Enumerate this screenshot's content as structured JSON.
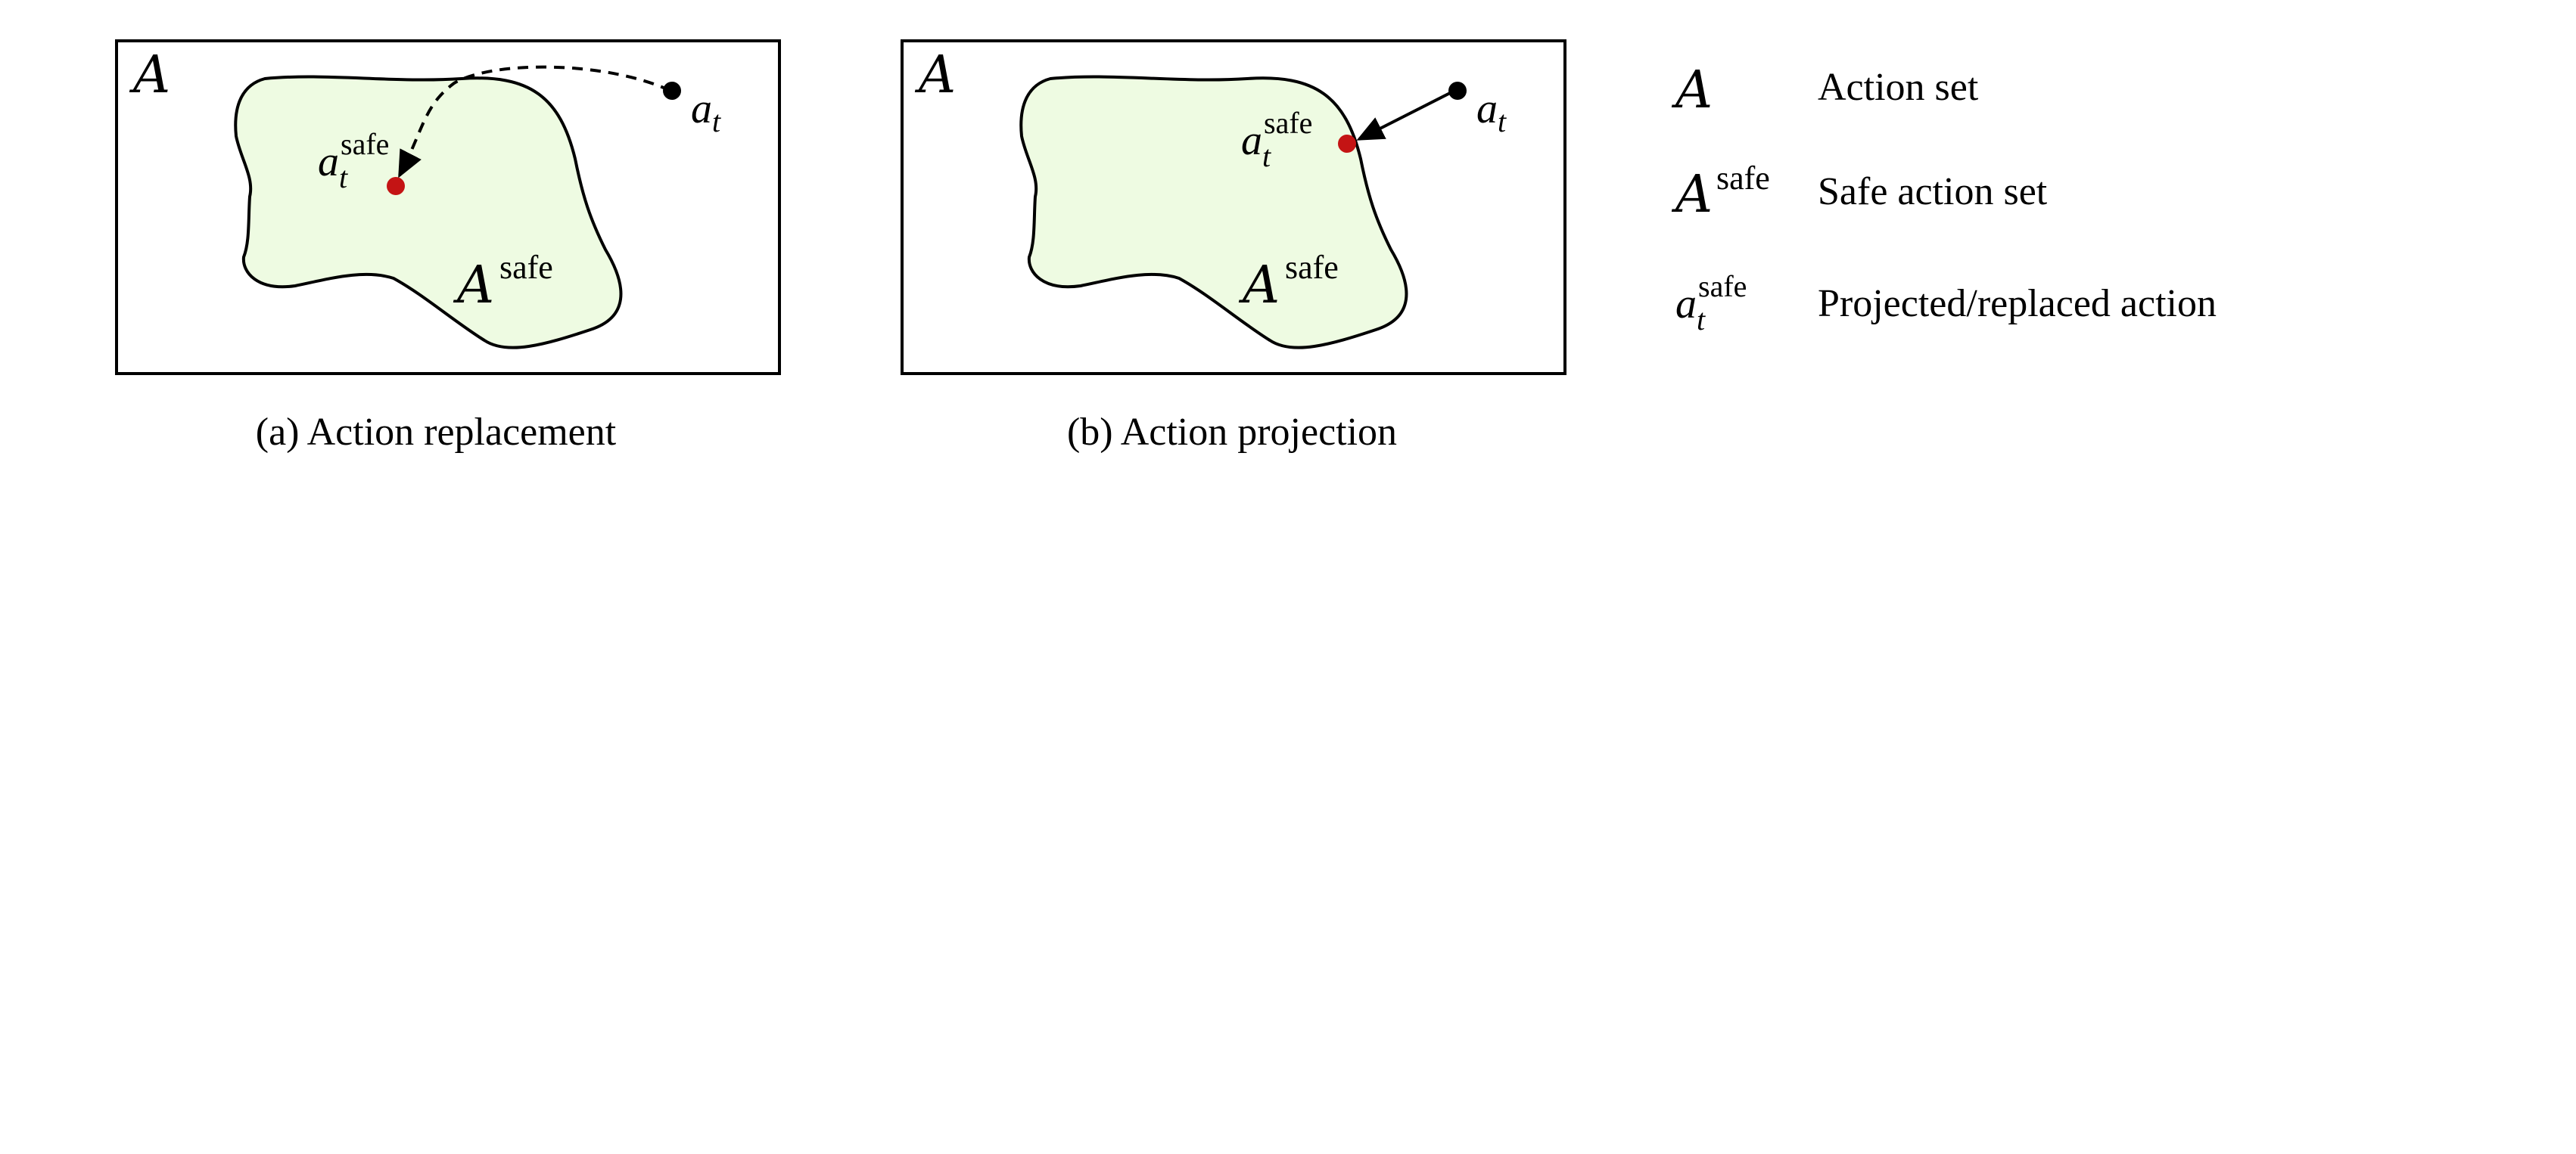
{
  "panels": [
    {
      "id": "a",
      "caption": "(a) Action replacement",
      "set_symbol": "A",
      "safe_set_symbol": "A",
      "safe_superscript": "safe",
      "action_symbol": "a",
      "action_subscript": "t",
      "safe_action_symbol": "a",
      "safe_action_subscript": "t",
      "safe_action_superscript": "safe",
      "arrow_style": "dashed"
    },
    {
      "id": "b",
      "caption": "(b) Action projection",
      "set_symbol": "A",
      "safe_set_symbol": "A",
      "safe_superscript": "safe",
      "action_symbol": "a",
      "action_subscript": "t",
      "safe_action_symbol": "a",
      "safe_action_subscript": "t",
      "safe_action_superscript": "safe",
      "arrow_style": "solid"
    }
  ],
  "legend": [
    {
      "symbol": "A",
      "superscript": "",
      "subscript": "",
      "label": "Action set"
    },
    {
      "symbol": "A",
      "superscript": "safe",
      "subscript": "",
      "label": "Safe action set"
    },
    {
      "symbol": "a",
      "superscript": "safe",
      "subscript": "t",
      "label": "Projected/replaced action"
    }
  ],
  "colors": {
    "region_fill": "#eefbe2",
    "outline": "#000000",
    "safe_point": "#c41414",
    "action_point": "#000000"
  }
}
